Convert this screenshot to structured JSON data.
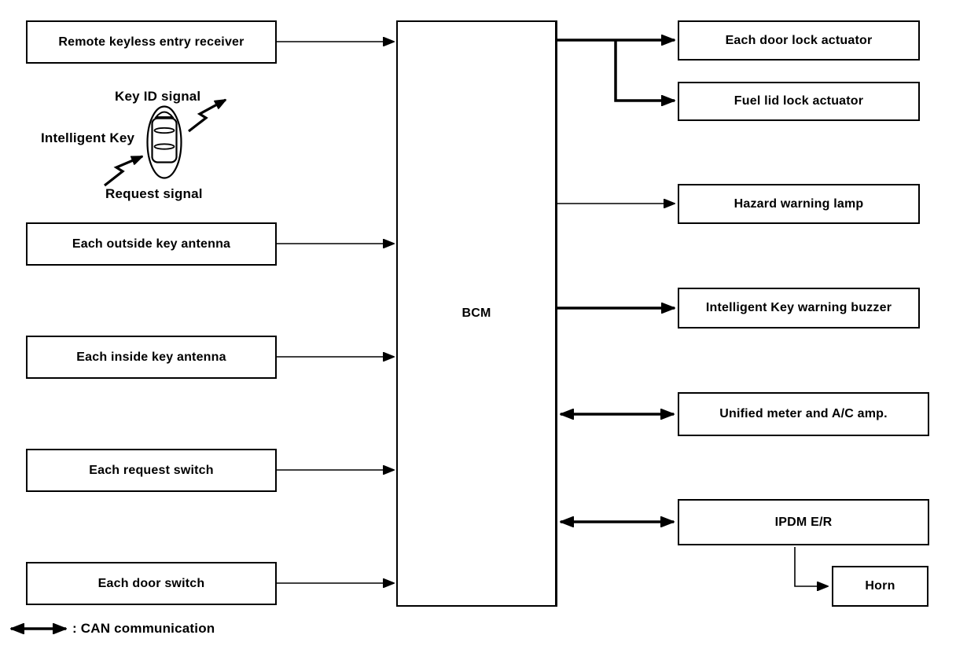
{
  "diagram": {
    "center_node": {
      "label": "BCM"
    },
    "left_nodes": [
      {
        "label": "Remote keyless entry receiver"
      },
      {
        "label": "Each outside key antenna"
      },
      {
        "label": "Each inside key antenna"
      },
      {
        "label": "Each request switch"
      },
      {
        "label": "Each door switch"
      }
    ],
    "right_nodes": [
      {
        "label": "Each door lock actuator"
      },
      {
        "label": "Fuel lid lock actuator"
      },
      {
        "label": "Hazard warning lamp"
      },
      {
        "label": "Intelligent Key warning buzzer"
      },
      {
        "label": "Unified meter and A/C amp."
      },
      {
        "label": "IPDM E/R"
      },
      {
        "label": "Horn"
      }
    ],
    "key_illustration": {
      "label": "Intelligent Key",
      "key_id_signal": "Key ID signal",
      "request_signal": "Request signal"
    },
    "legend": {
      "label": ": CAN communication"
    },
    "connections": [
      {
        "from": "Remote keyless entry receiver",
        "to": "BCM",
        "style": "thin",
        "direction": "one-way"
      },
      {
        "from": "Each outside key antenna",
        "to": "BCM",
        "style": "thin",
        "direction": "one-way"
      },
      {
        "from": "Each inside key antenna",
        "to": "BCM",
        "style": "thin",
        "direction": "one-way"
      },
      {
        "from": "Each request switch",
        "to": "BCM",
        "style": "thin",
        "direction": "one-way"
      },
      {
        "from": "Each door switch",
        "to": "BCM",
        "style": "thin",
        "direction": "one-way"
      },
      {
        "from": "BCM",
        "to": "Each door lock actuator",
        "style": "bold",
        "direction": "one-way"
      },
      {
        "from": "BCM",
        "to": "Fuel lid lock actuator",
        "style": "bold",
        "direction": "one-way"
      },
      {
        "from": "BCM",
        "to": "Hazard warning lamp",
        "style": "thin",
        "direction": "one-way"
      },
      {
        "from": "BCM",
        "to": "Intelligent Key warning buzzer",
        "style": "bold",
        "direction": "one-way"
      },
      {
        "from": "BCM",
        "to": "Unified meter and A/C amp.",
        "style": "CAN",
        "direction": "two-way"
      },
      {
        "from": "BCM",
        "to": "IPDM E/R",
        "style": "CAN",
        "direction": "two-way"
      },
      {
        "from": "IPDM E/R",
        "to": "Horn",
        "style": "thin",
        "direction": "one-way"
      },
      {
        "from": "Intelligent Key",
        "to": "Remote keyless entry receiver",
        "signal": "Key ID signal"
      },
      {
        "from": "Each outside key antenna",
        "to": "Intelligent Key",
        "signal": "Request signal"
      }
    ],
    "colors": {
      "line": "#000000",
      "box_background": "#ffffff",
      "text": "#000000"
    }
  }
}
